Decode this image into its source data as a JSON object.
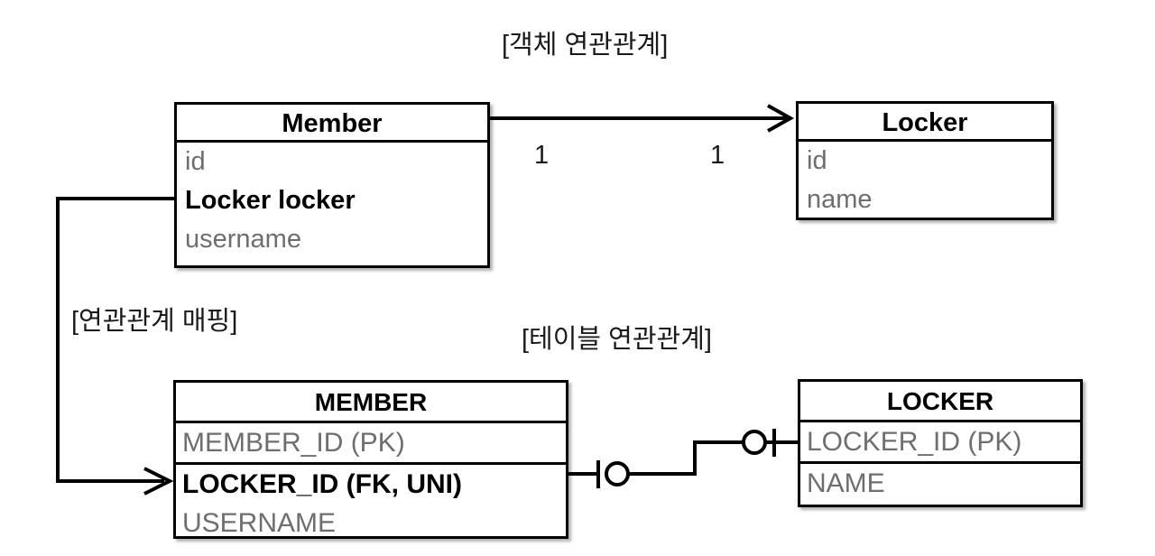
{
  "diagram": {
    "title_object_relation": "[객체 연관관계]",
    "title_mapping": "[연관관계 매핑]",
    "title_table_relation": "[테이블 연관관계]",
    "colors": {
      "stroke": "#000000",
      "background": "#ffffff",
      "field_text": "#6e6e6e",
      "emphasis_text": "#000000"
    }
  },
  "object_model": {
    "member_class": {
      "name": "Member",
      "fields": [
        {
          "label": "id",
          "emphasis": false
        },
        {
          "label": "Locker locker",
          "emphasis": true
        },
        {
          "label": "username",
          "emphasis": false
        }
      ]
    },
    "locker_class": {
      "name": "Locker",
      "fields": [
        {
          "label": "id",
          "emphasis": false
        },
        {
          "label": "name",
          "emphasis": false
        }
      ]
    },
    "association": {
      "source_multiplicity": "1",
      "target_multiplicity": "1",
      "arrow": "open-arrow-right",
      "direction": "Member to Locker"
    }
  },
  "table_model": {
    "member_table": {
      "name": "MEMBER",
      "columns": [
        {
          "label": "MEMBER_ID (PK)",
          "emphasis": false
        },
        {
          "label": "LOCKER_ID (FK, UNI)",
          "emphasis": true
        },
        {
          "label": "USERNAME",
          "emphasis": false
        }
      ]
    },
    "locker_table": {
      "name": "LOCKER",
      "columns": [
        {
          "label": "LOCKER_ID (PK)",
          "emphasis": false
        },
        {
          "label": "NAME",
          "emphasis": false
        }
      ]
    },
    "relationship": {
      "left_notation": "zero-or-one",
      "right_notation": "zero-or-one",
      "style": "crows-foot"
    }
  },
  "mapping_connector": {
    "from": "Member.locker",
    "to": "MEMBER.LOCKER_ID",
    "arrow": "open-arrow-right"
  }
}
